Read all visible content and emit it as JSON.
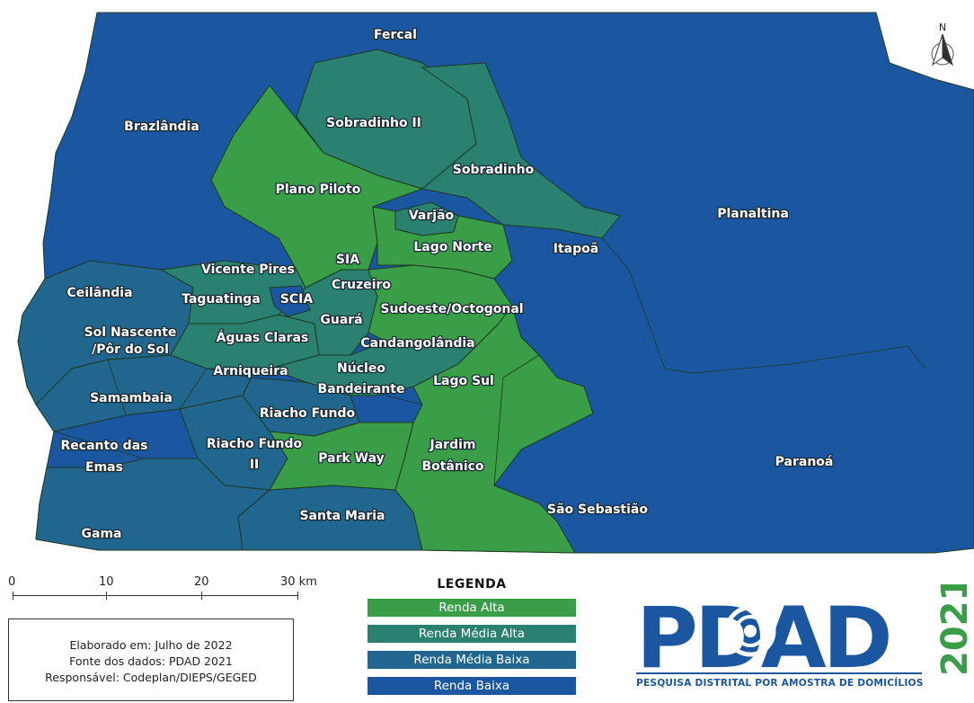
{
  "map": {
    "north_label": "N",
    "regions": [
      {
        "name": "Fercal",
        "class": "baixa"
      },
      {
        "name": "Brazlândia",
        "class": "baixa"
      },
      {
        "name": "Sobradinho II",
        "class": "media_alta"
      },
      {
        "name": "Sobradinho",
        "class": "media_alta"
      },
      {
        "name": "Plano Piloto",
        "class": "alta"
      },
      {
        "name": "Varjão",
        "class": "media_alta"
      },
      {
        "name": "Planaltina",
        "class": "baixa"
      },
      {
        "name": "Lago Norte",
        "class": "alta"
      },
      {
        "name": "Itapoã",
        "class": "baixa"
      },
      {
        "name": "SIA",
        "class": "media_alta"
      },
      {
        "name": "Vicente Pires",
        "class": "media_alta"
      },
      {
        "name": "Cruzeiro",
        "class": "media_alta"
      },
      {
        "name": "Ceilândia",
        "class": "media_baixa"
      },
      {
        "name": "Taguatinga",
        "class": "media_alta"
      },
      {
        "name": "SCIA",
        "class": "baixa"
      },
      {
        "name": "Sudoeste/Octogonal",
        "class": "alta"
      },
      {
        "name": "Guará",
        "class": "media_alta"
      },
      {
        "name": "Sol Nascente /Pôr do Sol",
        "class": "baixa"
      },
      {
        "name": "Águas Claras",
        "class": "media_alta"
      },
      {
        "name": "Candangolândia",
        "class": "media_alta"
      },
      {
        "name": "Arniqueira",
        "class": "media_alta"
      },
      {
        "name": "Núcleo Bandeirante",
        "class": "media_alta"
      },
      {
        "name": "Lago Sul",
        "class": "alta"
      },
      {
        "name": "Samambaia",
        "class": "media_baixa"
      },
      {
        "name": "Riacho Fundo",
        "class": "media_baixa"
      },
      {
        "name": "Recanto das Emas",
        "class": "baixa"
      },
      {
        "name": "Riacho Fundo II",
        "class": "media_baixa"
      },
      {
        "name": "Park Way",
        "class": "alta"
      },
      {
        "name": "Jardim Botânico",
        "class": "alta"
      },
      {
        "name": "Paranoá",
        "class": "baixa"
      },
      {
        "name": "São Sebastião",
        "class": "baixa"
      },
      {
        "name": "Santa Maria",
        "class": "media_baixa"
      },
      {
        "name": "Gama",
        "class": "media_baixa"
      }
    ],
    "labels": {
      "fercal": "Fercal",
      "brazlandia": "Brazlândia",
      "sobradinho2": "Sobradinho II",
      "sobradinho": "Sobradinho",
      "plano": "Plano Piloto",
      "varjao": "Varjão",
      "planaltina": "Planaltina",
      "lagonorte": "Lago Norte",
      "itapoa": "Itapoã",
      "sia": "SIA",
      "vicente": "Vicente Pires",
      "cruzeiro": "Cruzeiro",
      "ceilandia": "Ceilândia",
      "taguatinga": "Taguatinga",
      "scia": "SCIA",
      "sudoeste": "Sudoeste/Octogonal",
      "guara": "Guará",
      "solnascente1": "Sol Nascente",
      "solnascente2": "/Pôr do Sol",
      "aguas": "Águas Claras",
      "candango": "Candangolândia",
      "arniqueira": "Arniqueira",
      "nucleo1": "Núcleo",
      "nucleo2": "Bandeirante",
      "lagosul": "Lago Sul",
      "samambaia": "Samambaia",
      "riacho": "Riacho Fundo",
      "recanto1": "Recanto das",
      "recanto2": "Emas",
      "riacho2a": "Riacho Fundo",
      "riacho2b": "II",
      "parkway": "Park Way",
      "jardim1": "Jardim",
      "jardim2": "Botânico",
      "paranoa": "Paranoá",
      "saoseb": "São Sebastião",
      "santamaria": "Santa Maria",
      "gama": "Gama"
    }
  },
  "scale": {
    "ticks": [
      "0",
      "10",
      "20",
      "30 km"
    ]
  },
  "credits": {
    "line1": "Elaborado em: Julho de 2022",
    "line2": "Fonte dos dados: PDAD 2021",
    "line3": "Responsável: Codeplan/DIEPS/GEGED"
  },
  "legend": {
    "title": "LEGENDA",
    "items": [
      {
        "label": "Renda Alta",
        "color": "#3a9d47"
      },
      {
        "label": "Renda Média Alta",
        "color": "#2b8170"
      },
      {
        "label": "Renda Média Baixa",
        "color": "#20668e"
      },
      {
        "label": "Renda Baixa",
        "color": "#1b56a0"
      }
    ]
  },
  "logo": {
    "text": "PDAD",
    "year": "2021",
    "subtitle": "PESQUISA DISTRITAL POR AMOSTRA DE DOMICÍLIOS"
  },
  "colors": {
    "alta": "#3a9d47",
    "media_alta": "#2b8170",
    "media_baixa": "#20668e",
    "baixa": "#1b56a0",
    "border": "#1e3a22"
  }
}
